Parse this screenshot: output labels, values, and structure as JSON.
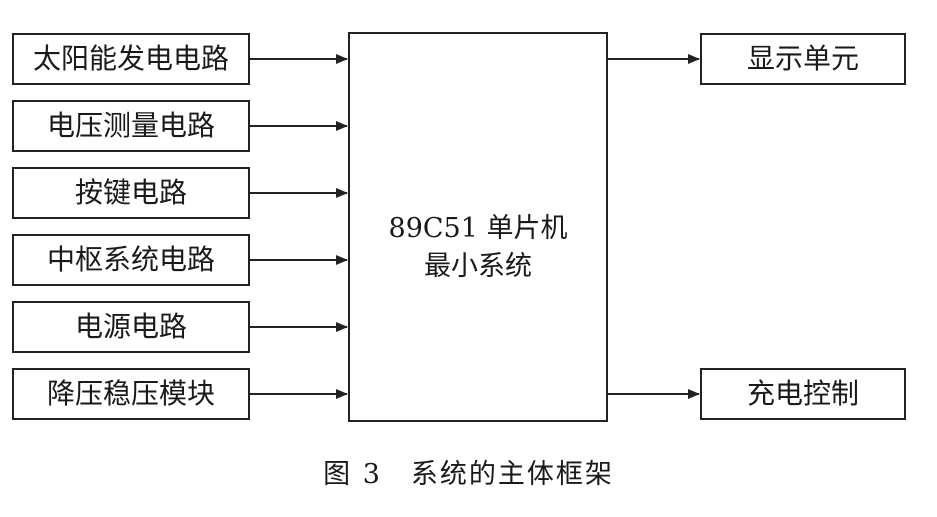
{
  "inputs": [
    {
      "label": "太阳能发电电路"
    },
    {
      "label": "电压测量电路"
    },
    {
      "label": "按键电路"
    },
    {
      "label": "中枢系统电路"
    },
    {
      "label": "电源电路"
    },
    {
      "label": "降压稳压模块"
    }
  ],
  "mcu": {
    "line1": "89C51 单片机",
    "line2": "最小系统"
  },
  "outputs": [
    {
      "label": "显示单元"
    },
    {
      "label": "充电控制"
    }
  ],
  "caption": "图 3　系统的主体框架",
  "colors": {
    "stroke": "#222222",
    "text": "#1a1a1a",
    "background": "#ffffff"
  }
}
